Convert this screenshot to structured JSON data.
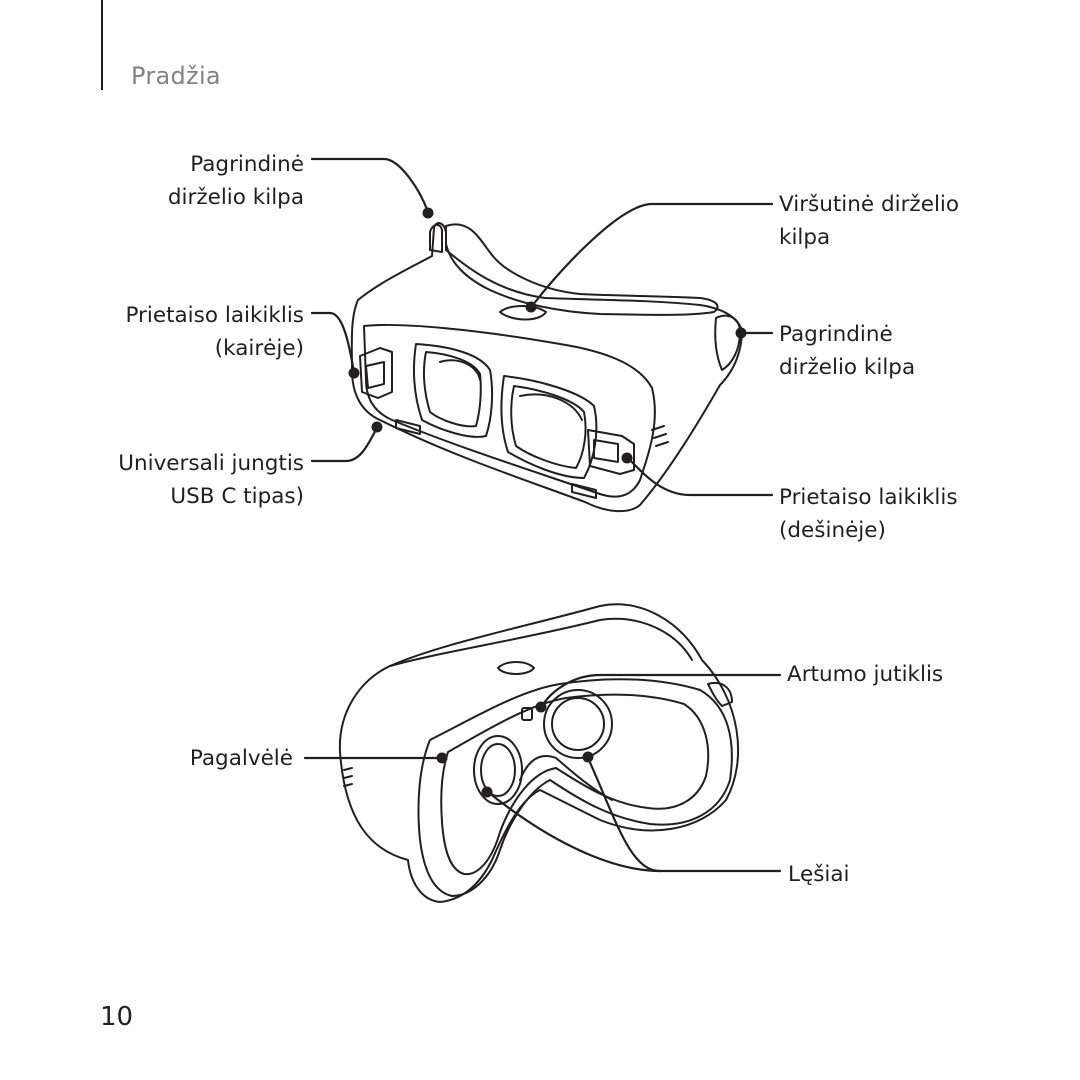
{
  "header": {
    "section_title": "Pradžia"
  },
  "labels": {
    "main_strap_loop_left": [
      "Pagrindinė",
      "dirželio kilpa"
    ],
    "device_holder_left": [
      "Prietaiso laikiklis",
      "(kairėje)"
    ],
    "universal_connector": [
      "Universali jungtis",
      "USB C tipas)"
    ],
    "top_strap_loop": [
      "Viršutinė dirželio",
      "kilpa"
    ],
    "main_strap_loop_right": [
      "Pagrindinė",
      "dirželio kilpa"
    ],
    "device_holder_right": [
      "Prietaiso laikiklis",
      "(dešinėje)"
    ],
    "proximity_sensor": "Artumo jutiklis",
    "cushion": "Pagalvėlė",
    "lenses": "Lęšiai"
  },
  "footer": {
    "page_number": "10"
  }
}
